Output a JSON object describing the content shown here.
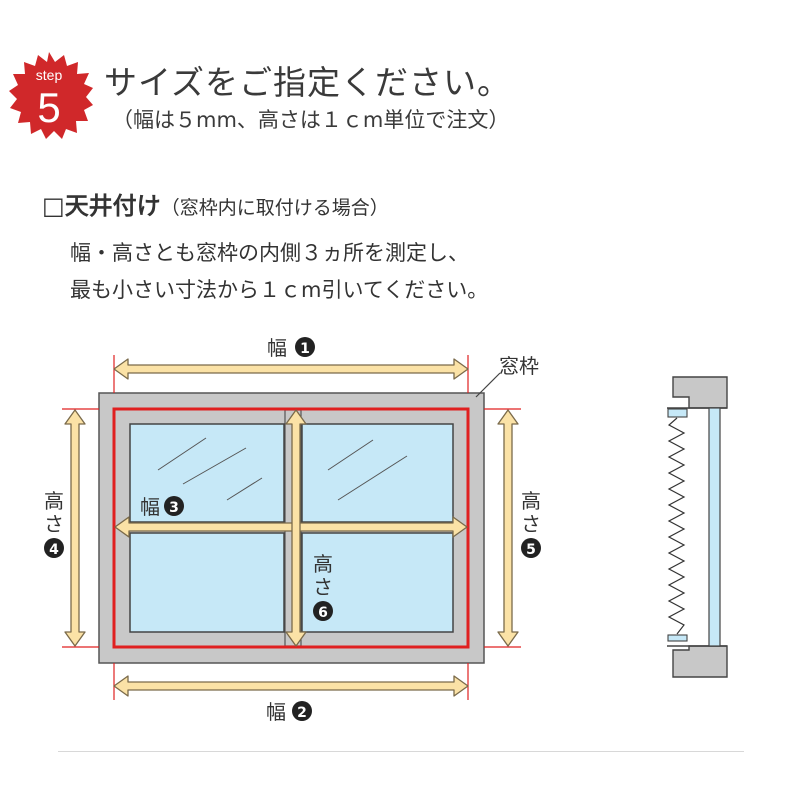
{
  "step": {
    "label": "step",
    "number": "5"
  },
  "header": {
    "title": "サイズをご指定ください。",
    "subtitle": "（幅は５mm、高さは１ｃm単位で注文）"
  },
  "section": {
    "checkbox": "□",
    "heading": "天井付け",
    "sub": "（窓枠内に取付ける場合）"
  },
  "instructions": [
    "幅・高さとも窓枠の内側３ヵ所を測定し、",
    "最も小さい寸法から１ｃm引いてください。"
  ],
  "diagram": {
    "frame_label": "窓枠",
    "width_label": "幅",
    "height_label_1": "高",
    "height_label_2": "さ",
    "m1": "1",
    "m2": "2",
    "m3": "3",
    "m4": "4",
    "m5": "5",
    "m6": "6"
  },
  "colors": {
    "badge_red": "#d0282a",
    "arrow_fill": "#fbe2a6",
    "arrow_stroke": "#7a6a4a",
    "frame_gray": "#c8c8c8",
    "glass_blue": "#c6e8f7",
    "measure_red": "#e02020"
  }
}
